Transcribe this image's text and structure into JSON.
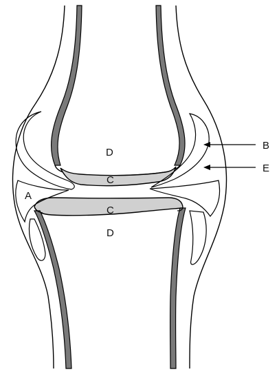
{
  "labels": {
    "a": "A",
    "b": "B",
    "c_upper": "C",
    "c_lower": "C",
    "d_upper": "D",
    "d_lower": "D",
    "e": "E"
  },
  "colors": {
    "outline": "#000000",
    "cortex_fill": "#7a7a7a",
    "cartilage_fill": "#d0d0d0",
    "background": "#ffffff"
  }
}
